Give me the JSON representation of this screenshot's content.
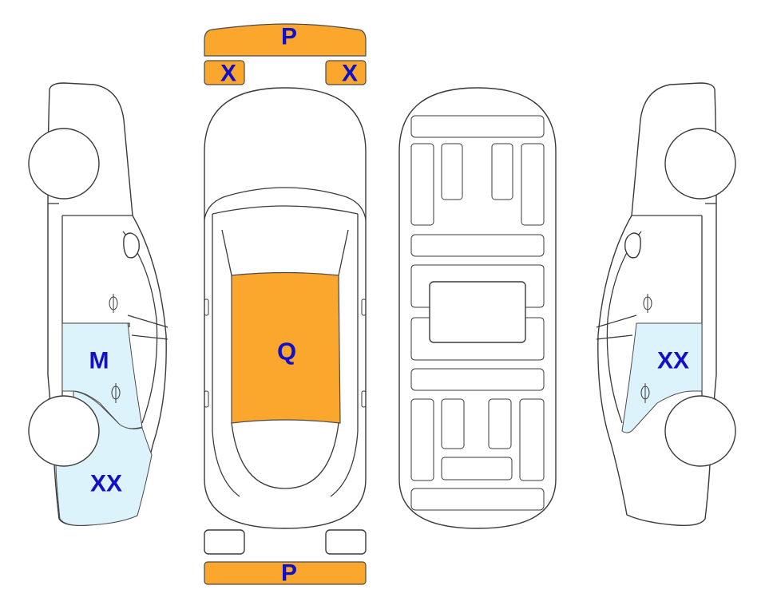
{
  "colors": {
    "damage_orange": "#FBA62D",
    "damage_blue": "#DDF3FC",
    "label": "#1010C8",
    "outline": "#3a3a3a"
  },
  "labels": {
    "front_bumper": "P",
    "front_left_light": "X",
    "front_right_light": "X",
    "roof": "Q",
    "rear_bumper": "P",
    "left_rear_door": "M",
    "left_rear_quarter": "XX",
    "right_rear_door": "XX"
  }
}
